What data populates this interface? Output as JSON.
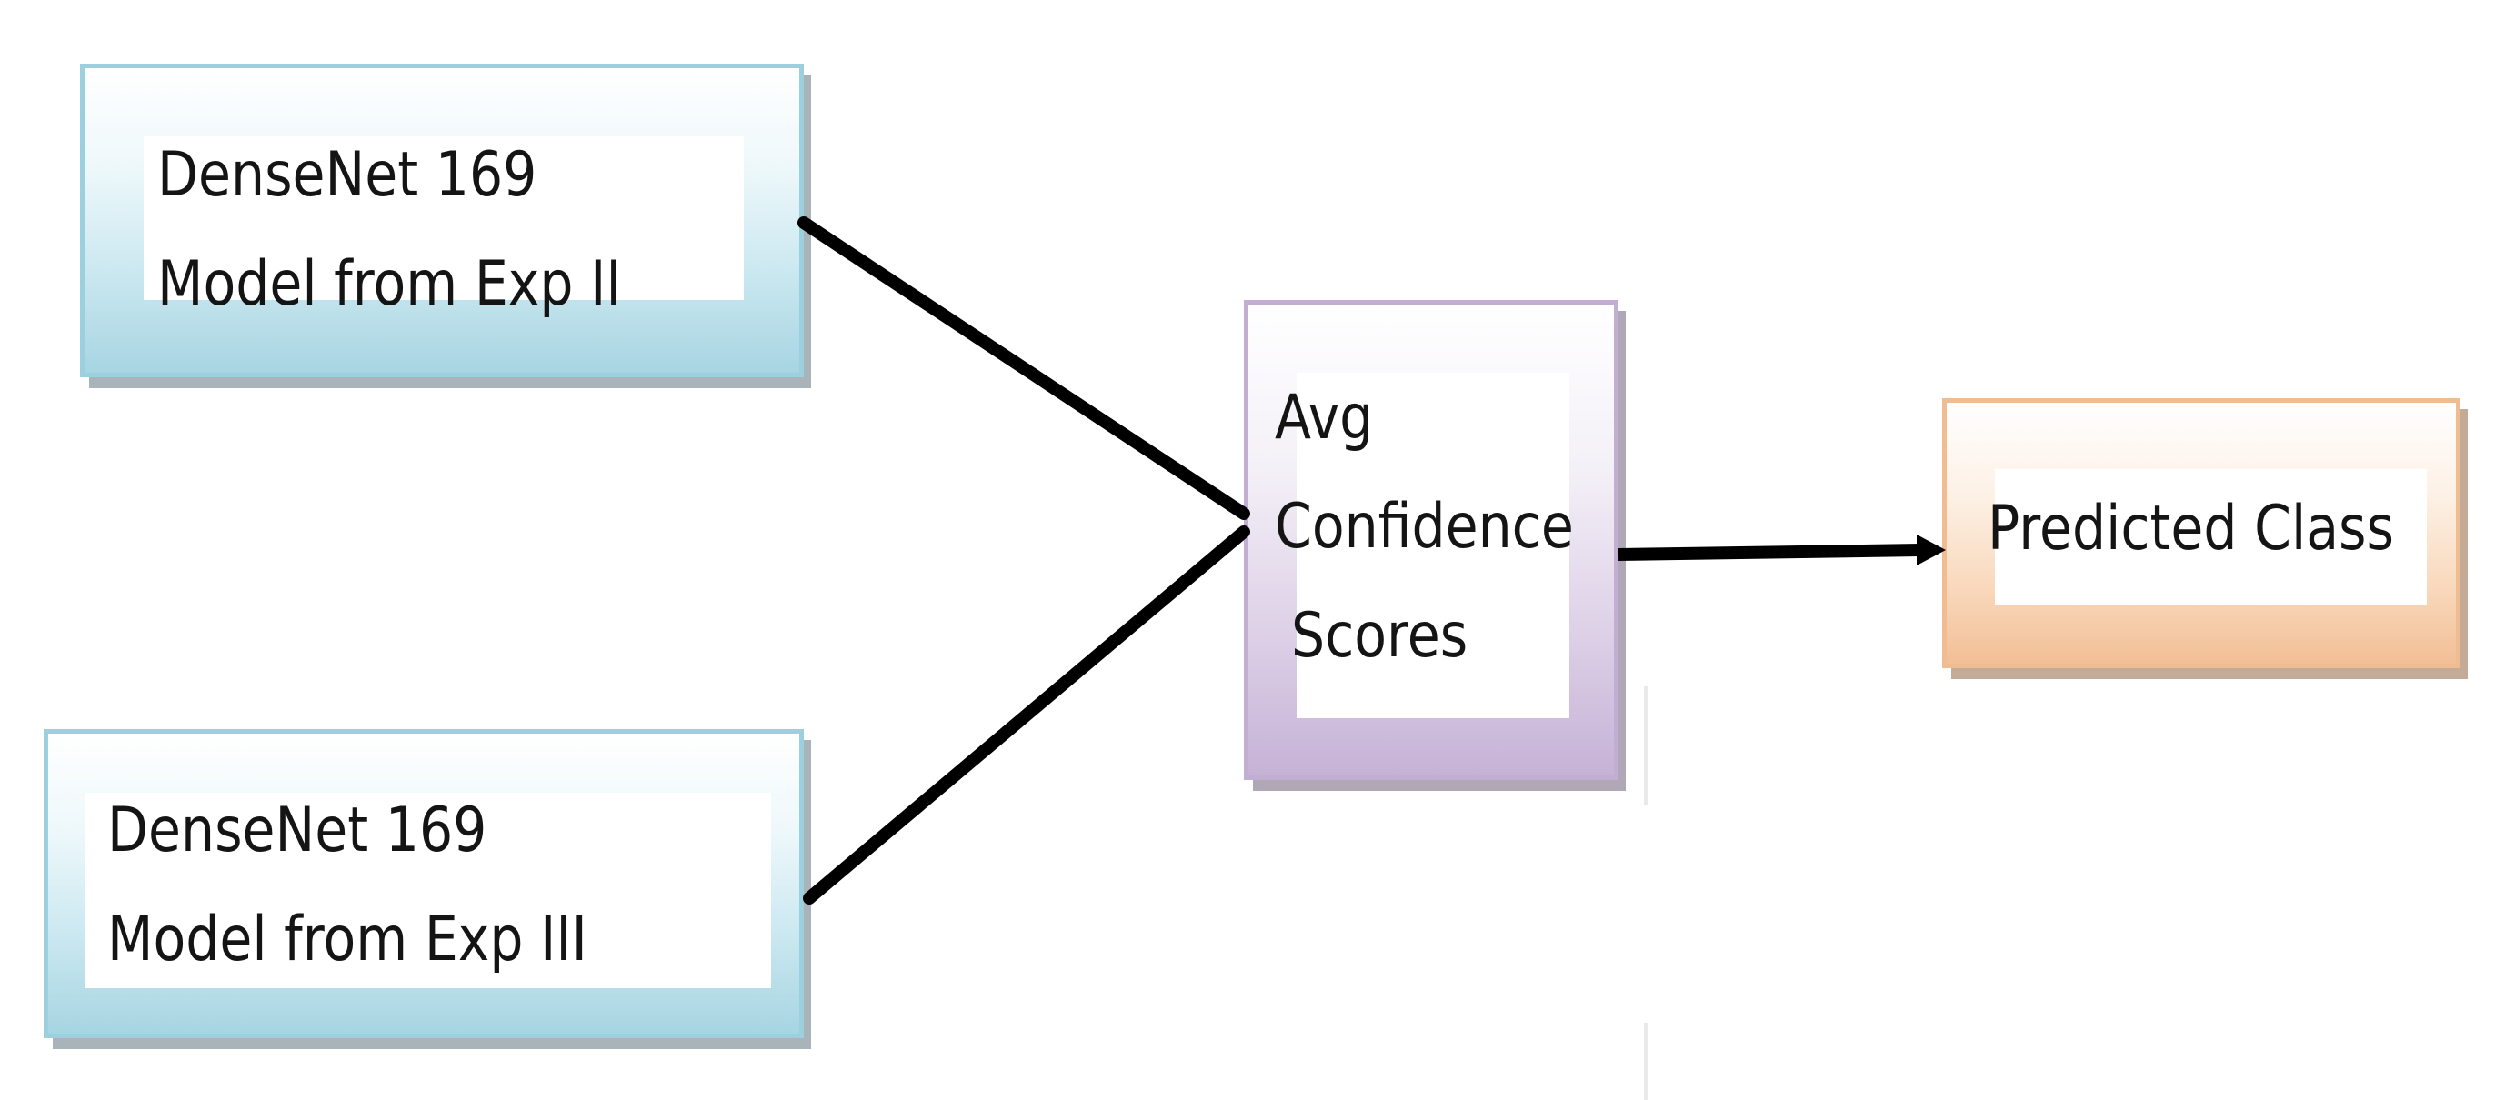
{
  "diagram": {
    "nodes": {
      "densenet_exp2": {
        "line1": "DenseNet 169",
        "line2": "Model from Exp",
        "suffix": "II"
      },
      "densenet_exp3": {
        "line1": "DenseNet 169",
        "line2": "Model from Exp",
        "suffix": "III"
      },
      "avg_confidence": {
        "line1": "Avg",
        "line2": "Confidence",
        "line3": "Scores"
      },
      "predicted_class": {
        "label": "Predicted Class"
      }
    },
    "edges": [
      {
        "from": "densenet_exp2",
        "to": "avg_confidence",
        "arrow": false
      },
      {
        "from": "densenet_exp3",
        "to": "avg_confidence",
        "arrow": false
      },
      {
        "from": "avg_confidence",
        "to": "predicted_class",
        "arrow": true
      }
    ],
    "colors": {
      "model_box": "#a7d5e2",
      "aggregation_box": "#c6b2d6",
      "output_box": "#f2bf96",
      "connector": "#000000"
    }
  }
}
